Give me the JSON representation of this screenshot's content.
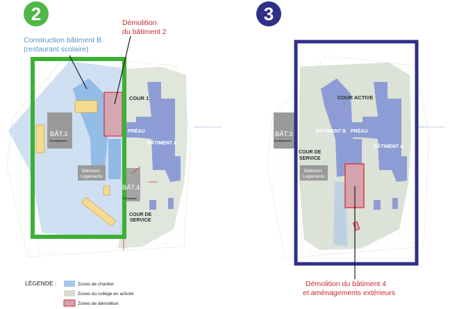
{
  "colors": {
    "phase2_badge": "#4db848",
    "phase3_badge": "#2e2f86",
    "phase2_frame": "#3cb034",
    "phase3_frame": "#2e2f86",
    "chantier_zone": "#a9c7ea",
    "college_zone": "#d6ddd0",
    "demolition_fill": "#d5a3ad",
    "demolition_stroke": "#d8282f",
    "building": "#8e9cd6",
    "grey_building": "#9a9a9a",
    "yellow_block": "#f5da91",
    "callout_blue": "#5a8fc8",
    "callout_red": "#c8282e"
  },
  "phase2": {
    "badge": "2",
    "callout_construction": [
      "Construction bâtiment B",
      "(restaurant scolaire)"
    ],
    "callout_demolition": [
      "Démolition",
      "du bâtiment 2"
    ],
    "labels": {
      "cour1": "COUR 1",
      "preau": "PRÉAU",
      "batiment_a": "BÂTIMENT A",
      "bat3": "BÂT.3",
      "bat3_sub": "Enseignement",
      "logements": [
        "Bâtiment",
        "Logements"
      ],
      "bat4": "BÂT.4",
      "bat4_sub": "CLG passés",
      "cour_service": [
        "COUR DE",
        "SERVICE"
      ]
    }
  },
  "phase3": {
    "badge": "3",
    "callout_demolition": [
      "Démolition du bâtiment 4",
      "et aménagements extérieurs"
    ],
    "labels": {
      "cour_active": "COUR ACTIVE",
      "batiment_b": "BÂTIMENT B",
      "preau": "PRÉAU",
      "batiment_a": "BÂTIMENT A",
      "bat3": "BÂT.3",
      "bat3_sub": "Enseignement",
      "cour_service": [
        "COUR DE",
        "SERVICE"
      ],
      "logements": [
        "Bâtiment",
        "Logements"
      ]
    }
  },
  "legend": {
    "title": "LÉGENDE :",
    "items": [
      {
        "label": "Zones de chantier",
        "kind": "chantier"
      },
      {
        "label": "Zones du collège en activité",
        "kind": "college"
      },
      {
        "label": "Zones de démolition",
        "kind": "demolition"
      }
    ]
  }
}
